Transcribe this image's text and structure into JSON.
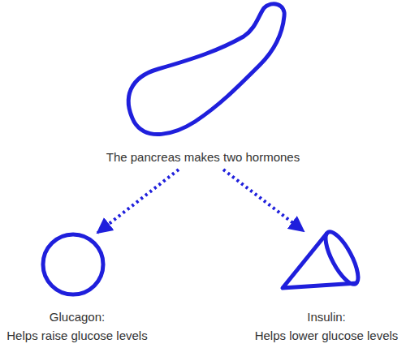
{
  "diagram": {
    "nodes": [
      {
        "text": [
          "The pancreas makes two hormones"
        ]
      },
      {
        "text": [
          "Glucagon:",
          "Helps raise glucose levels"
        ]
      },
      {
        "text": [
          "Insulin:",
          "Helps lower glucose levels"
        ]
      }
    ],
    "edges": [
      {
        "from": 0,
        "to": 1,
        "arrow": "to"
      },
      {
        "from": 0,
        "to": 2,
        "arrow": "to"
      }
    ]
  }
}
